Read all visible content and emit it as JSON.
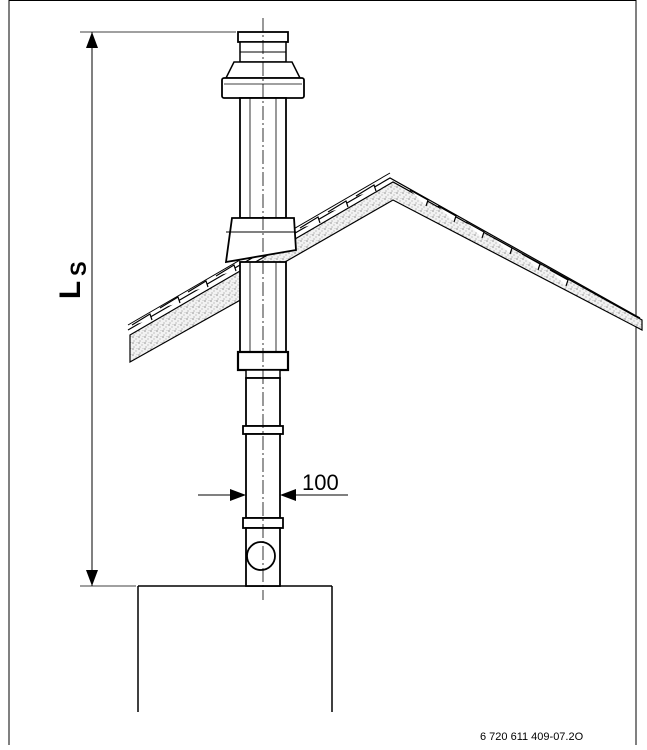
{
  "figure": {
    "dimension_label": "L",
    "dimension_subscript": "S",
    "pipe_diameter_label": "100",
    "figure_id": "6 720 611 409-07.2O"
  },
  "colors": {
    "line": "#000000",
    "background": "#ffffff",
    "insulation": "#e6e6e6"
  }
}
